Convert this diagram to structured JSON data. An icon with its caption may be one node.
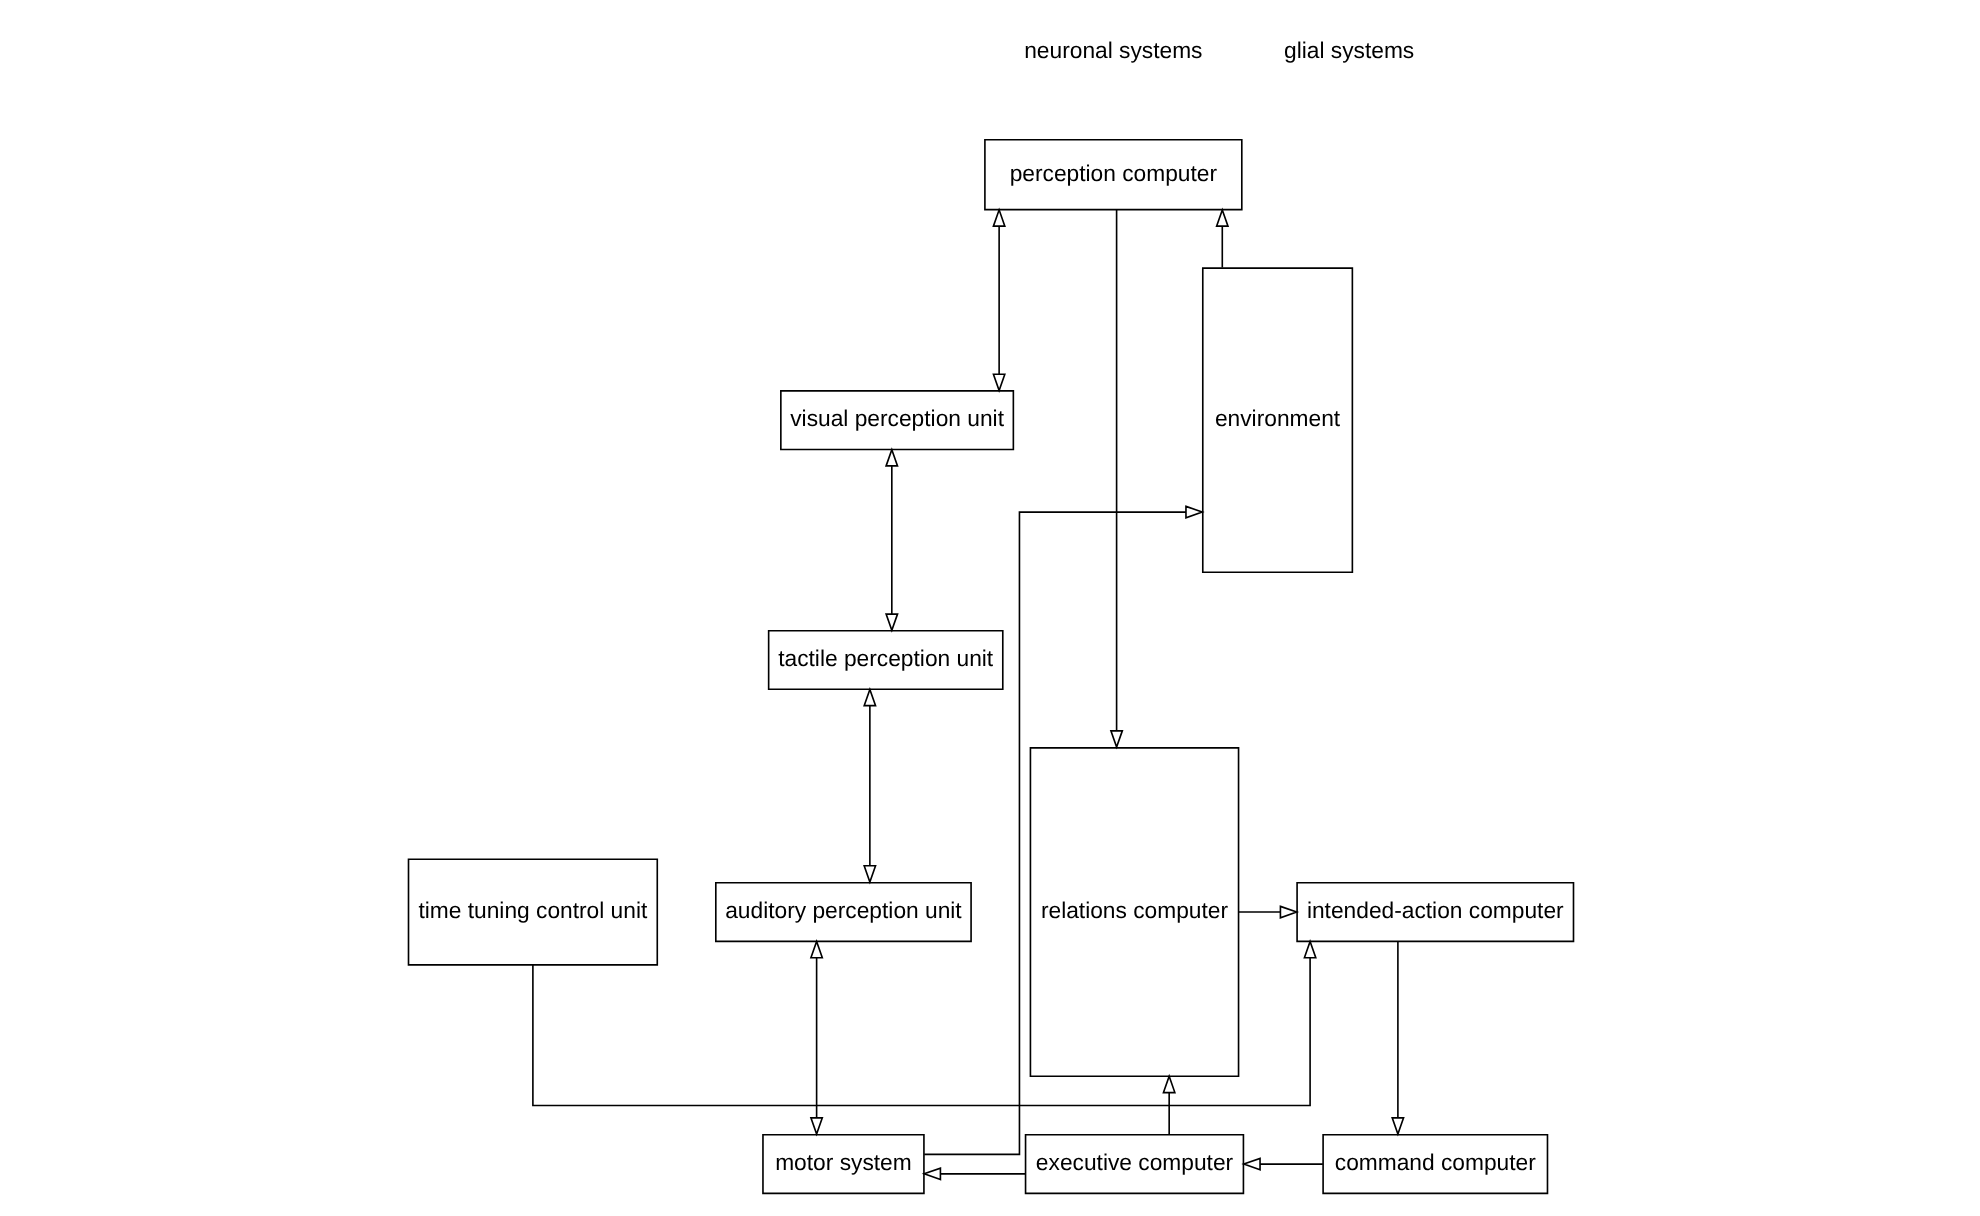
{
  "diagram": {
    "nodes": [
      {
        "text": [
          "perception computer"
        ]
      },
      {
        "text": [
          "visual perception unit"
        ]
      },
      {
        "text": [
          "tactile perception unit"
        ]
      },
      {
        "text": [
          "auditory perception unit"
        ]
      },
      {
        "text": [
          "environment"
        ]
      },
      {
        "text": [
          "relations computer"
        ]
      },
      {
        "text": [
          "intended-action computer"
        ]
      },
      {
        "text": [
          "time tuning control unit"
        ]
      },
      {
        "text": [
          "motor system"
        ]
      },
      {
        "text": [
          "executive computer"
        ]
      },
      {
        "text": [
          "command computer"
        ]
      }
    ],
    "edges": [
      {
        "from": 4,
        "to": 0,
        "arrow": "to"
      },
      {
        "from": 0,
        "to": 5,
        "arrow": "to"
      },
      {
        "from": 0,
        "to": 1,
        "arrow": "both"
      },
      {
        "from": 1,
        "to": 2,
        "arrow": "both"
      },
      {
        "from": 2,
        "to": 3,
        "arrow": "both"
      },
      {
        "from": 3,
        "to": 8,
        "arrow": "both"
      },
      {
        "from": 5,
        "to": 6,
        "arrow": "to"
      },
      {
        "from": 7,
        "to": 6,
        "arrow": "to"
      },
      {
        "from": 6,
        "to": 10,
        "arrow": "to"
      },
      {
        "from": 10,
        "to": 9,
        "arrow": "to"
      },
      {
        "from": 9,
        "to": 5,
        "arrow": "to"
      },
      {
        "from": 9,
        "to": 8,
        "arrow": "to"
      },
      {
        "from": 8,
        "to": 4,
        "arrow": "to"
      }
    ],
    "labels": [
      "neuronal systems",
      "glial systems"
    ]
  }
}
